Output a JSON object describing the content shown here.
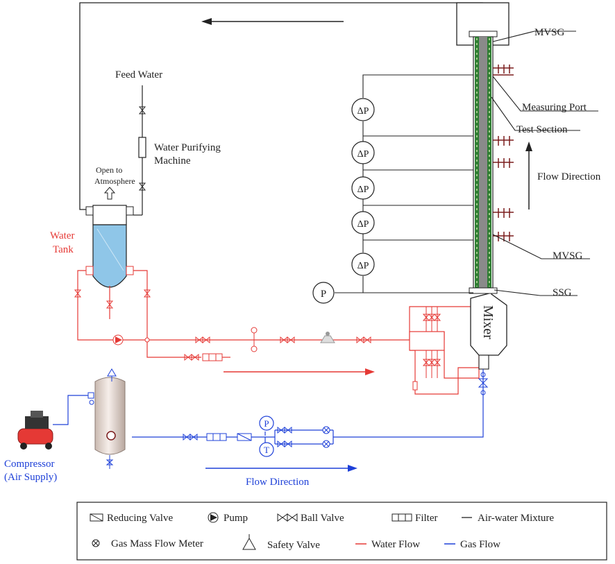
{
  "labels": {
    "feed_water": "Feed Water",
    "water_purifying_1": "Water Purifying",
    "water_purifying_2": "Machine",
    "open_to_1": "Open to",
    "open_to_2": "Atmosphere",
    "water_tank_1": "Water",
    "water_tank_2": "Tank",
    "mvsg_top": "MVSG",
    "measuring_port": "Measuring Port",
    "test_section": "Test Section",
    "flow_direction_vertical": "Flow Direction",
    "mvsg_bottom": "MVSG",
    "ssg": "SSG",
    "mixer": "Mixer",
    "compressor_1": "Compressor",
    "compressor_2": "(Air Supply)",
    "flow_direction_bottom": "Flow Direction",
    "dp_gauge": "ΔP",
    "p_gauge": "P",
    "t_gauge": "T"
  },
  "legend": {
    "reducing_valve": "Reducing Valve",
    "pump": "Pump",
    "ball_valve": "Ball Valve",
    "filter": "Filter",
    "air_water_mixture": "Air-water Mixture",
    "gas_mass_flow_meter": "Gas Mass Flow Meter",
    "safety_valve": "Safety Valve",
    "water_flow": "Water Flow",
    "gas_flow": "Gas Flow"
  },
  "colors": {
    "water_flow": "#e53935",
    "gas_flow": "#1e40d8",
    "mixture": "#222222",
    "tank_water": "#8fc6e8",
    "test_section": "#2e7d32"
  }
}
